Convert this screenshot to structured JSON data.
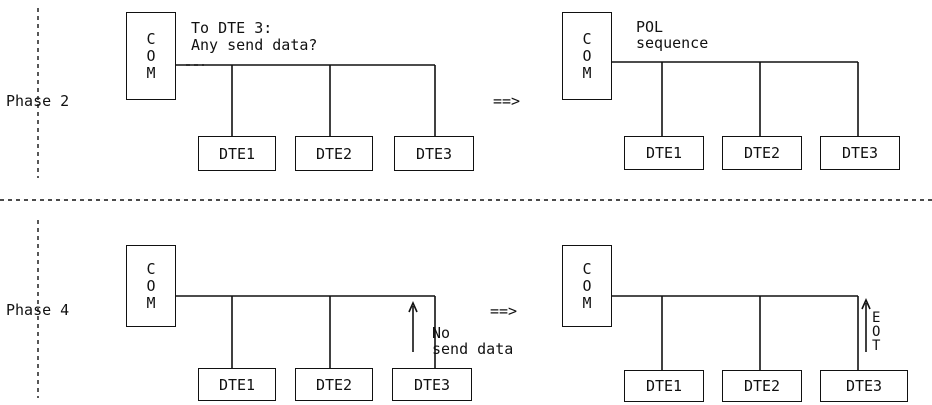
{
  "phases": [
    {
      "label": "Phase 2",
      "left": {
        "com_letters": [
          "C",
          "O",
          "M"
        ],
        "note_lines": [
          "To DTE 3:",
          "Any send data?"
        ],
        "dte_labels": [
          "DTE1",
          "DTE2",
          "DTE3"
        ]
      },
      "arrow": "==>",
      "right": {
        "com_letters": [
          "C",
          "O",
          "M"
        ],
        "note_lines": [
          "POL",
          "sequence"
        ],
        "dte_labels": [
          "DTE1",
          "DTE2",
          "DTE3"
        ]
      }
    },
    {
      "label": "Phase 4",
      "left": {
        "com_letters": [
          "C",
          "O",
          "M"
        ],
        "note_lines": [
          "No",
          "send data"
        ],
        "dte_labels": [
          "DTE1",
          "DTE2",
          "DTE3"
        ]
      },
      "arrow": "==>",
      "right": {
        "com_letters": [
          "C",
          "O",
          "M"
        ],
        "vertical_note": [
          "E",
          "O",
          "T"
        ],
        "dte_labels": [
          "DTE1",
          "DTE2",
          "DTE3"
        ]
      }
    }
  ]
}
